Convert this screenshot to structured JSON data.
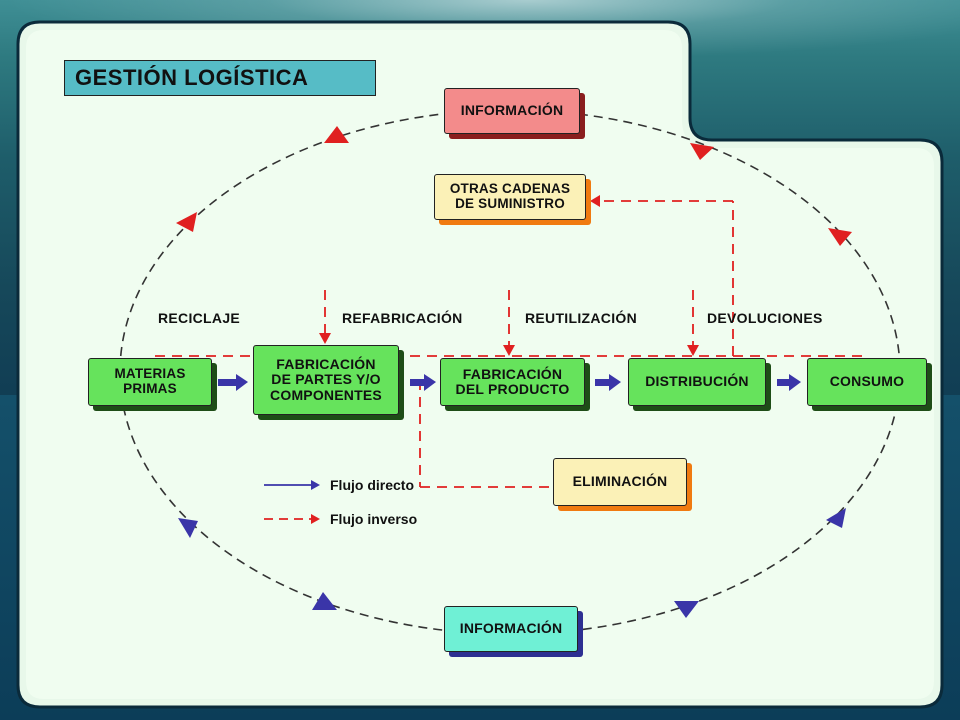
{
  "title": "GESTIÓN LOGÍSTICA",
  "nodes": {
    "info_top": "INFORMACIÓN",
    "info_bottom": "INFORMACIÓN",
    "otras_cadenas": "OTRAS CADENAS\nDE SUMINISTRO",
    "materias_primas": "MATERIAS\nPRIMAS",
    "fabricacion_partes": "FABRICACIÓN\nDE PARTES Y/O\nCOMPONENTES",
    "fabricacion_producto": "FABRICACIÓN\nDEL PRODUCTO",
    "distribucion": "DISTRIBUCIÓN",
    "consumo": "CONSUMO",
    "eliminacion": "ELIMINACIÓN"
  },
  "reverse_labels": {
    "reciclaje": "RECICLAJE",
    "refabricacion": "REFABRICACIÓN",
    "reutilizacion": "REUTILIZACIÓN",
    "devoluciones": "DEVOLUCIONES"
  },
  "legend": {
    "direct": "Flujo directo",
    "inverse": "Flujo inverso"
  },
  "colors": {
    "direct_flow": "#3a35a8",
    "inverse_flow": "#e02020",
    "node_green": "#66e35c",
    "info_red": "#f38b8b",
    "info_cyan": "#6ff0d5",
    "cream": "#fbf1b7",
    "panel": "#effcef"
  }
}
